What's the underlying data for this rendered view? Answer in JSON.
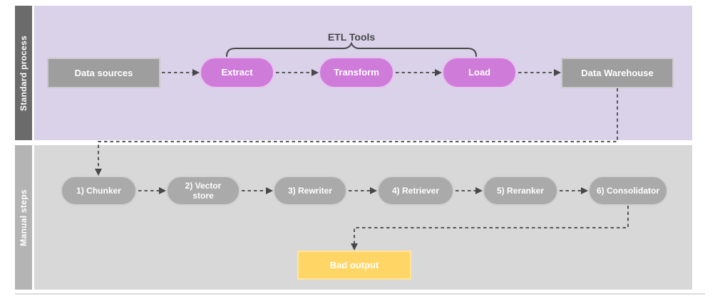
{
  "diagram": {
    "lanes": [
      {
        "label": "Standard process",
        "annotation": "ETL Tools",
        "nodes": [
          {
            "label": "Data sources"
          },
          {
            "label": "Extract"
          },
          {
            "label": "Transform"
          },
          {
            "label": "Load"
          },
          {
            "label": "Data Warehouse"
          }
        ]
      },
      {
        "label": "Manual steps",
        "nodes": [
          {
            "label": "1) Chunker"
          },
          {
            "label": "2) Vector store"
          },
          {
            "label": "3) Rewriter"
          },
          {
            "label": "4) Retriever"
          },
          {
            "label": "5) Reranker"
          },
          {
            "label": "6) Consolidator"
          }
        ],
        "output": {
          "label": "Bad output"
        }
      }
    ],
    "colors": {
      "standard_lane_bg": "#d9d2e9",
      "standard_label_bar": "#6b6b6b",
      "manual_lane_bg": "#d8d8d8",
      "manual_label_bar": "#b4b4b4",
      "etl_step_fill": "#ce7bd9",
      "gray_node_fill": "#9e9e9e",
      "manual_step_fill": "#aaaaaa",
      "bad_output_fill": "#ffd666",
      "connector": "#575757",
      "annotation_text": "#474747"
    }
  }
}
